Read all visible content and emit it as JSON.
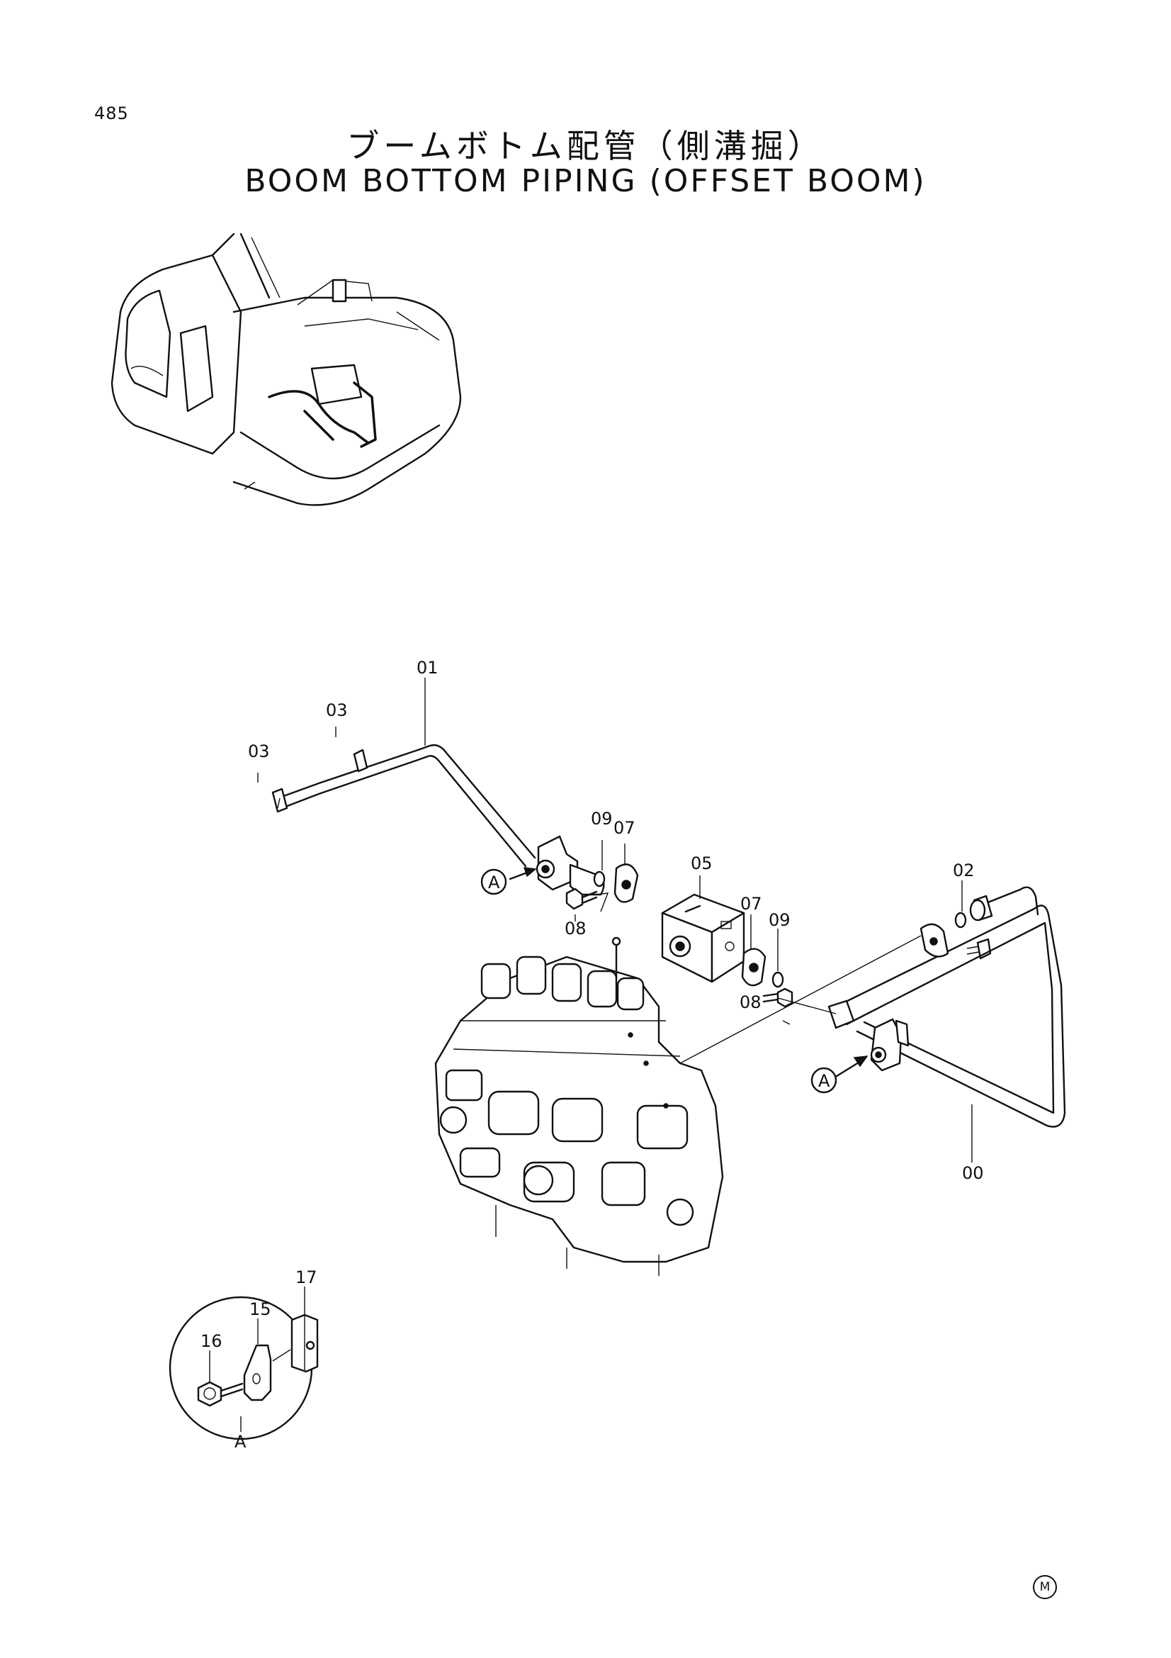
{
  "page": {
    "number": "485",
    "title_ja": "ブームボトム配管（側溝掘）",
    "title_en": "BOOM BOTTOM PIPING (OFFSET BOOM)",
    "mark": "M"
  },
  "callouts": {
    "c01": "01",
    "c03a": "03",
    "c03b": "03",
    "c09a": "09",
    "c07a": "07",
    "c05": "05",
    "c08a": "08",
    "c02": "02",
    "c07b": "07",
    "c09b": "09",
    "c08b": "08",
    "c00": "00",
    "refA1": "A",
    "refA2": "A",
    "c17": "17",
    "c15": "15",
    "c16": "16",
    "detailA": "A"
  },
  "icons": [
    "excavator-overview",
    "control-valve",
    "pipe",
    "clamp",
    "o-ring",
    "bolt",
    "flange-block"
  ]
}
